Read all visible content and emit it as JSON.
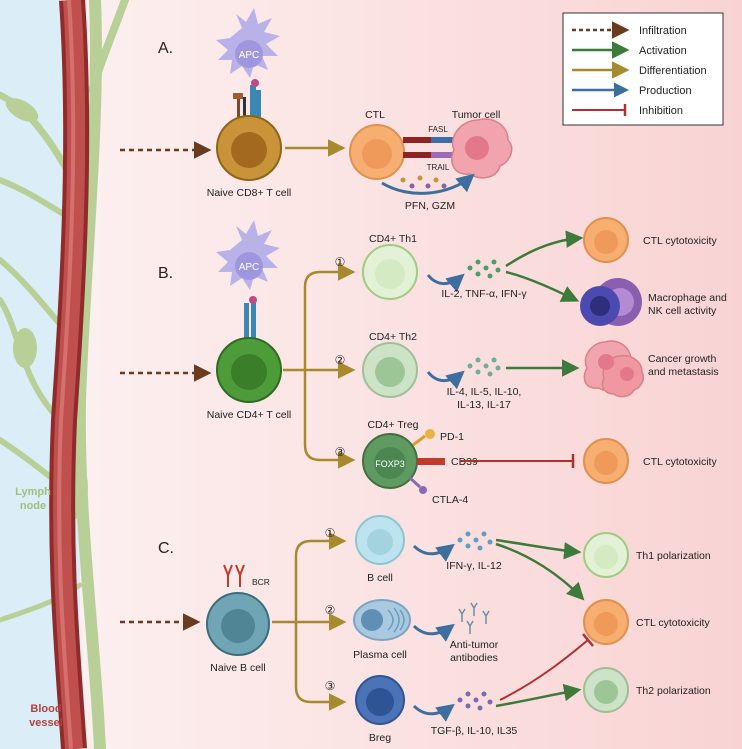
{
  "sections": {
    "a": {
      "letter": "A.",
      "apc": "APC",
      "naive_cell": "Naive CD8+ T cell",
      "ctl": "CTL",
      "tumor": "Tumor cell",
      "fasl": "FASL",
      "trail": "TRAIL",
      "products": "PFN, GZM"
    },
    "b": {
      "letter": "B.",
      "apc": "APC",
      "naive_cell": "Naive CD4+ T cell",
      "th1": "CD4+ Th1",
      "th2": "CD4+ Th2",
      "treg": "CD4+ Treg",
      "foxp3": "FOXP3",
      "pd1": "PD-1",
      "cd39": "CD39",
      "ctla4": "CTLA-4",
      "th1_cytokines": "IL-2, TNF-α, IFN-γ",
      "th2_cytokines_1": "IL-4, IL-5, IL-10,",
      "th2_cytokines_2": "IL-13, IL-17",
      "out_ctl": "CTL cytotoxicity",
      "out_mac_1": "Macrophage and",
      "out_mac_2": "NK cell activity",
      "out_cancer_1": "Cancer growth",
      "out_cancer_2": "and metastasis",
      "out_treg": "CTL cytotoxicity",
      "n1": "①",
      "n2": "②",
      "n3": "③"
    },
    "c": {
      "letter": "C.",
      "bcr": "BCR",
      "naive_cell": "Naive B cell",
      "bcell": "B cell",
      "plasma": "Plasma cell",
      "breg": "Breg",
      "bcell_cytokines": "IFN-γ, IL-12",
      "antibodies_1": "Anti-tumor",
      "antibodies_2": "antibodies",
      "breg_cytokines": "TGF-β, IL-10, IL35",
      "out_th1": "Th1 polarization",
      "out_ctl": "CTL cytotoxicity",
      "out_th2": "Th2 polarization",
      "n1": "①",
      "n2": "②",
      "n3": "③"
    }
  },
  "side_labels": {
    "lymph_1": "Lymph",
    "lymph_2": "node",
    "blood_1": "Blood",
    "blood_2": "vessel"
  },
  "legend": {
    "items": [
      {
        "label": "Infiltration",
        "color": "#6b3a1f",
        "style": "dashed"
      },
      {
        "label": "Activation",
        "color": "#3e7a3a",
        "style": "solid"
      },
      {
        "label": "Differentiation",
        "color": "#a88a2e",
        "style": "solid"
      },
      {
        "label": "Production",
        "color": "#3d6f9e",
        "style": "solid"
      },
      {
        "label": "Inhibition",
        "color": "#b03030",
        "style": "inhibit"
      }
    ]
  },
  "colors": {
    "lymph_bg": "#dbeef7",
    "tissue_bg": "#fbe3e3",
    "vessel": "#b8403e",
    "lymph_vessel": "#b9cf98",
    "lymph_text": "#9ec07a",
    "blood_text": "#b8403e"
  }
}
